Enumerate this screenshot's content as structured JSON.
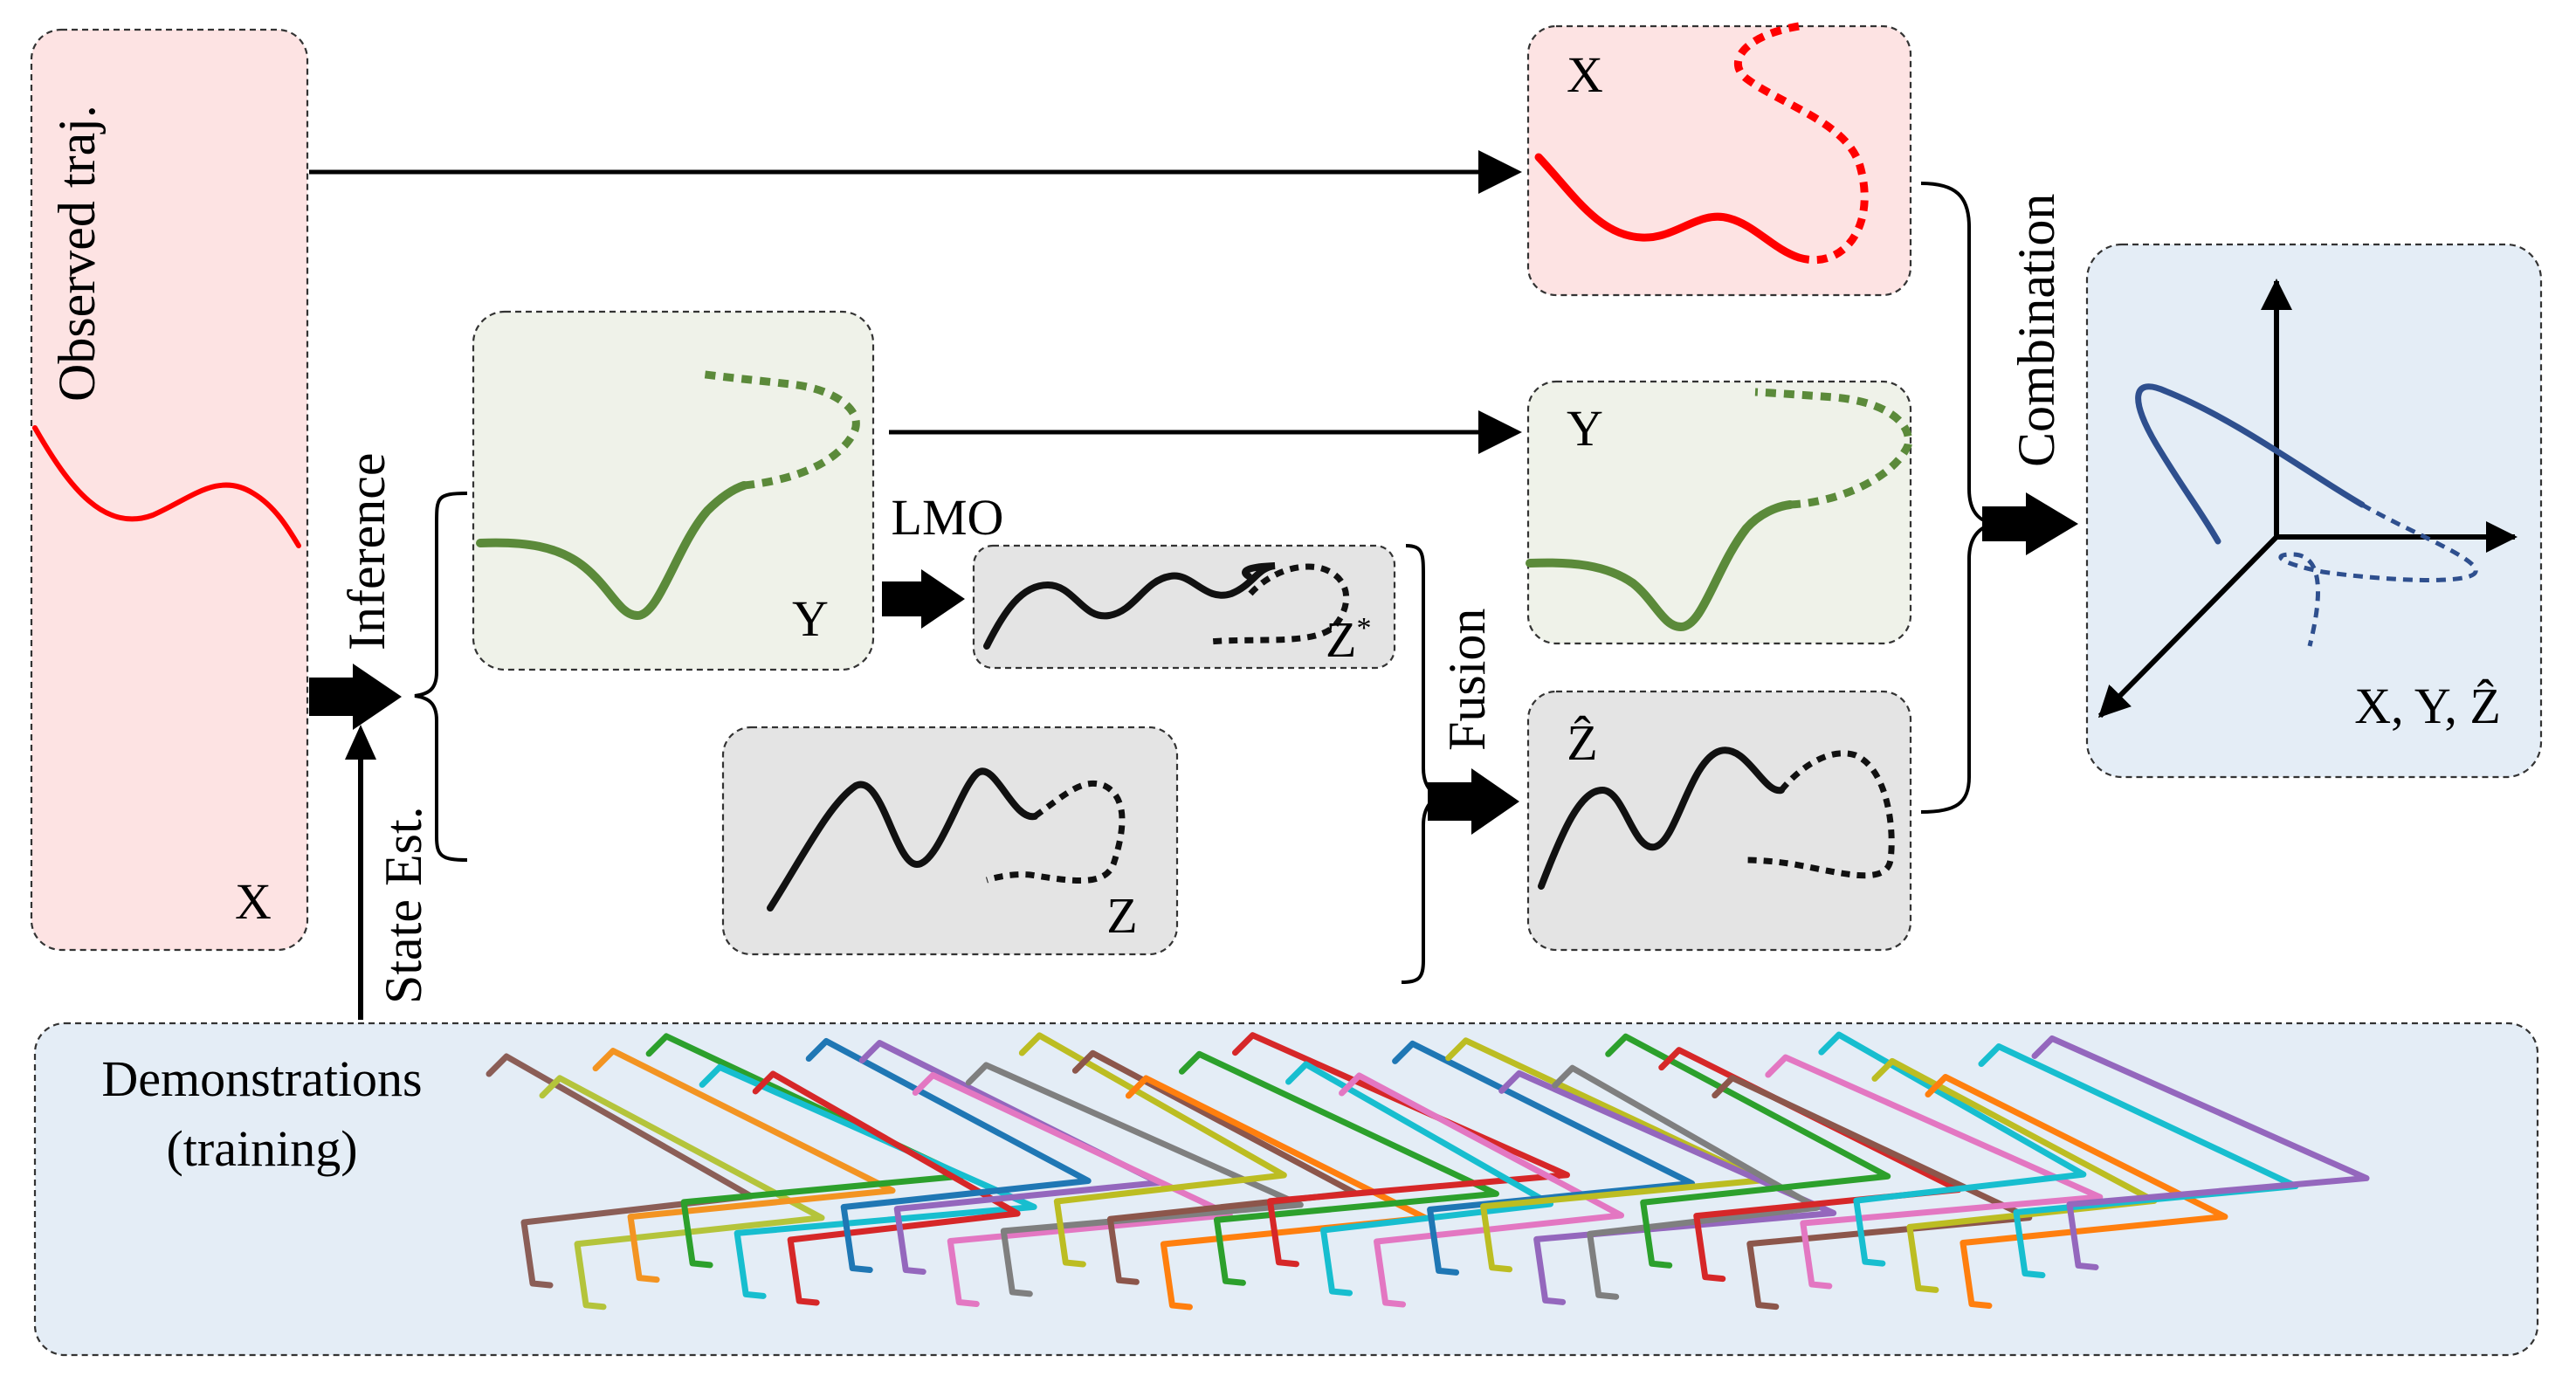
{
  "labels": {
    "observed": "Observed traj.",
    "x_left": "X",
    "x_top": "X",
    "y_mid": "Y",
    "y_right": "Y",
    "lmo": "LMO",
    "z_star": "Z",
    "z_star_sup": "*",
    "z": "Z",
    "z_hat": "Ẑ",
    "xyz": "X, Y, Ẑ",
    "inference": "Inference",
    "state_est": "State Est.",
    "fusion": "Fusion",
    "combination": "Combination",
    "demos_line1": "Demonstrations",
    "demos_line2": "(training)"
  },
  "colors": {
    "red_panel": "#fde3e3",
    "green_panel": "#eff2e9",
    "gray_panel": "#e4e4e4",
    "blue_panel": "#e4edf6",
    "red_traj": "#ff0000",
    "green_traj": "#5b8a3a",
    "dark_traj": "#111111",
    "blue_traj": "#2e4f8e"
  },
  "demo_colors": [
    "#8b5e57",
    "#b4c43b",
    "#f39422",
    "#2ca02c",
    "#17becf",
    "#d62728",
    "#1f77b4",
    "#9467bd",
    "#e377c2",
    "#7f7f7f",
    "#bcbd22",
    "#8c564b",
    "#ff7f0e",
    "#2ca02c",
    "#d62728",
    "#17becf",
    "#e377c2",
    "#1f77b4",
    "#bcbd22",
    "#9467bd",
    "#7f7f7f",
    "#2ca02c",
    "#d62728",
    "#8c564b",
    "#e377c2",
    "#17becf",
    "#bcbd22",
    "#ff7f0e",
    "#17becf",
    "#9467bd"
  ]
}
